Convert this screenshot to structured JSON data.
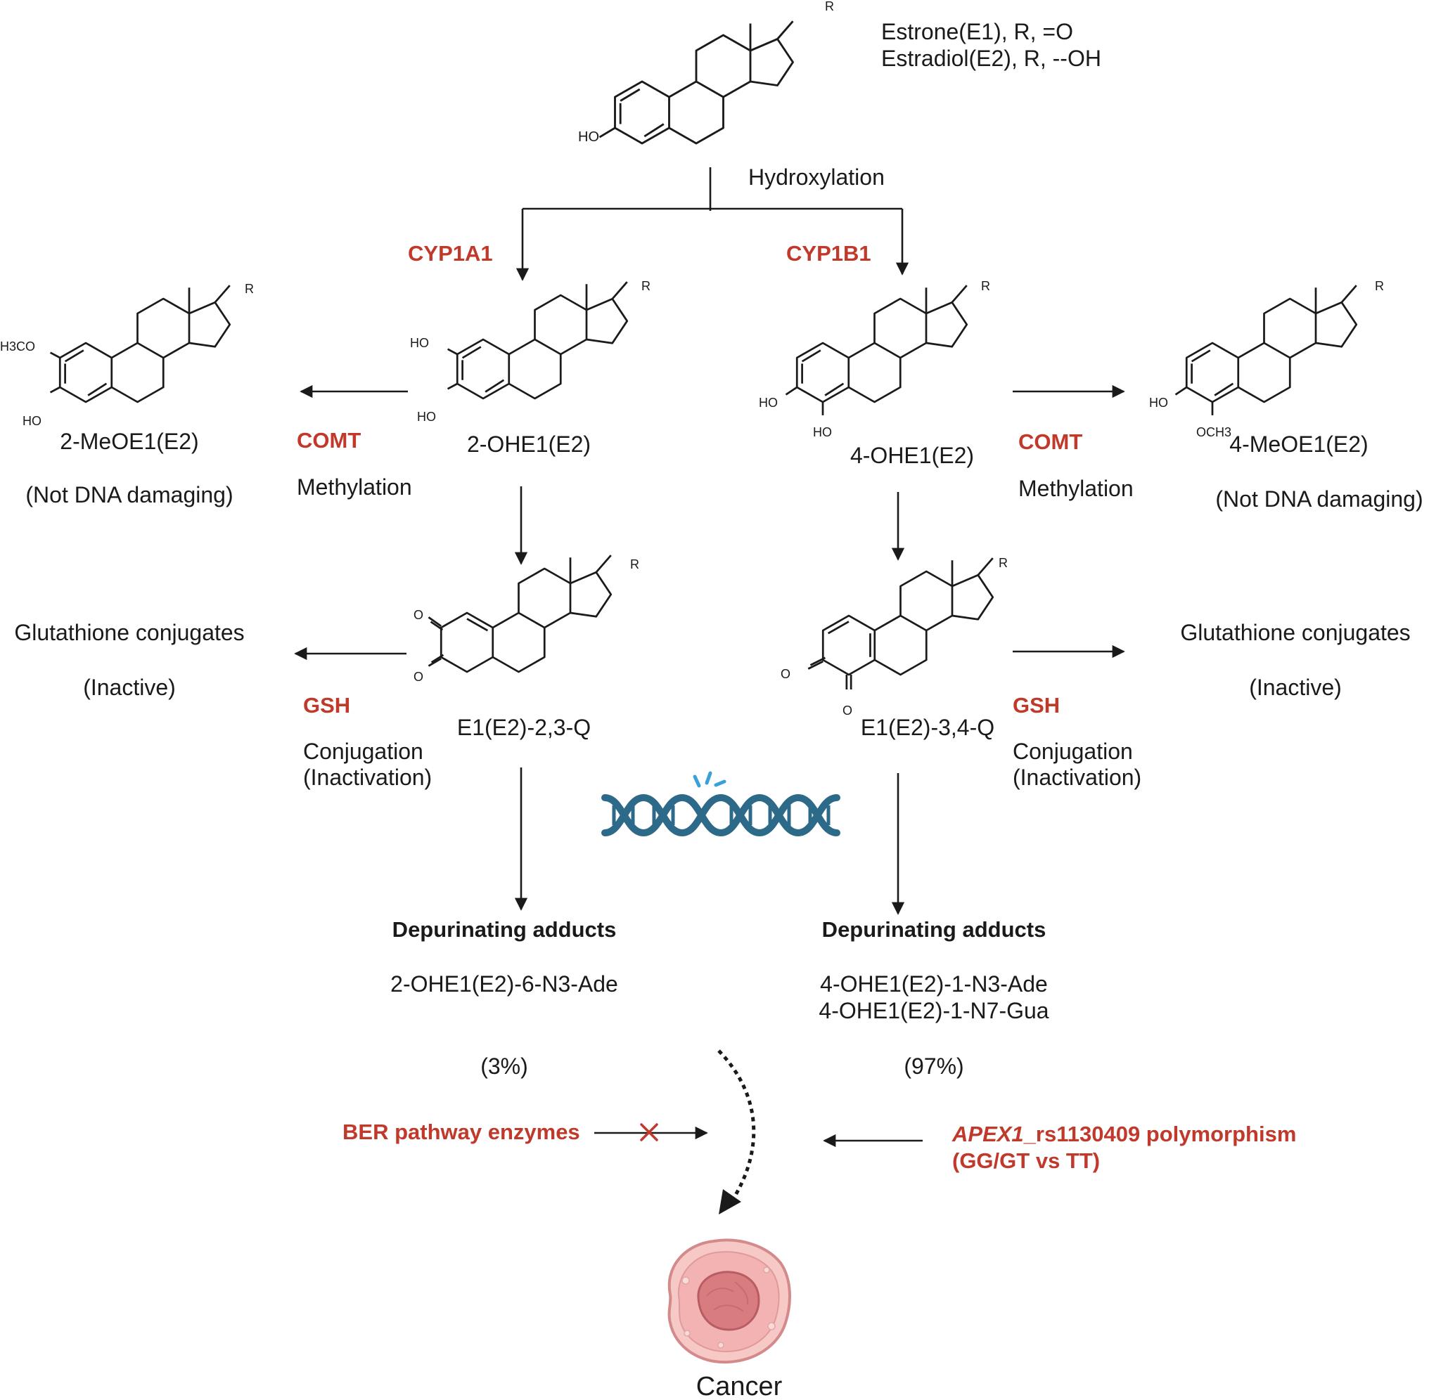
{
  "top": {
    "r_group": "R",
    "ho": "HO",
    "legend_line1": "Estrone(E1), R, =O",
    "legend_line2": "Estradiol(E2), R, --OH",
    "hydroxylation": "Hydroxylation"
  },
  "enzymes": {
    "cyp1a1": "CYP1A1",
    "cyp1b1": "CYP1B1",
    "comt_left": "COMT",
    "comt_right": "COMT",
    "gsh_left": "GSH",
    "gsh_right": "GSH"
  },
  "processes": {
    "methylation_left": "Methylation",
    "methylation_right": "Methylation",
    "conjugation_left_1": "Conjugation",
    "conjugation_left_2": "(Inactivation)",
    "conjugation_right_1": "Conjugation",
    "conjugation_right_2": "(Inactivation)"
  },
  "compounds": {
    "meo2": {
      "name": "2-MeOE1(E2)",
      "note": "(Not DNA damaging)",
      "sub1": "H3CO",
      "sub2": "HO",
      "r": "R"
    },
    "ohe2": {
      "name": "2-OHE1(E2)",
      "sub1": "HO",
      "sub2": "HO",
      "r": "R"
    },
    "ohe4": {
      "name": "4-OHE1(E2)",
      "sub1": "HO",
      "sub2": "HO",
      "r": "R"
    },
    "meo4": {
      "name": "4-MeOE1(E2)",
      "note": "(Not DNA damaging)",
      "sub1": "HO",
      "sub2": "OCH3",
      "r": "R"
    },
    "q23": {
      "name": "E1(E2)-2,3-Q",
      "o1": "O",
      "o2": "O",
      "r": "R"
    },
    "q34": {
      "name": "E1(E2)-3,4-Q",
      "o1": "O",
      "o2": "O",
      "r": "R"
    }
  },
  "glutathione": {
    "left_title": "Glutathione conjugates",
    "left_note": "(Inactive)",
    "right_title": "Glutathione conjugates",
    "right_note": "(Inactive)"
  },
  "adducts": {
    "left_title": "Depurinating adducts",
    "left_item1": "2-OHE1(E2)-6-N3-Ade",
    "left_pct": "(3%)",
    "right_title": "Depurinating adducts",
    "right_item1": "4-OHE1(E2)-1-N3-Ade",
    "right_item2": "4-OHE1(E2)-1-N7-Gua",
    "right_pct": "(97%)"
  },
  "bottom": {
    "ber": "BER pathway enzymes",
    "apex_gene": "APEX1",
    "apex_rest": "_rs1130409 polymorphism",
    "apex_line2": "(GG/GT vs TT)",
    "cancer": "Cancer"
  },
  "colors": {
    "enzyme_red": "#c0392b",
    "line": "#1a1a1a",
    "dna_blue": "#2d6a8a",
    "dna_spark": "#3aa0d8",
    "cell_outer": "#f2b8b8",
    "cell_nucleus": "#d97c80"
  },
  "icons": [
    "dna-icon",
    "cancer-cell-icon",
    "block-x-icon"
  ]
}
